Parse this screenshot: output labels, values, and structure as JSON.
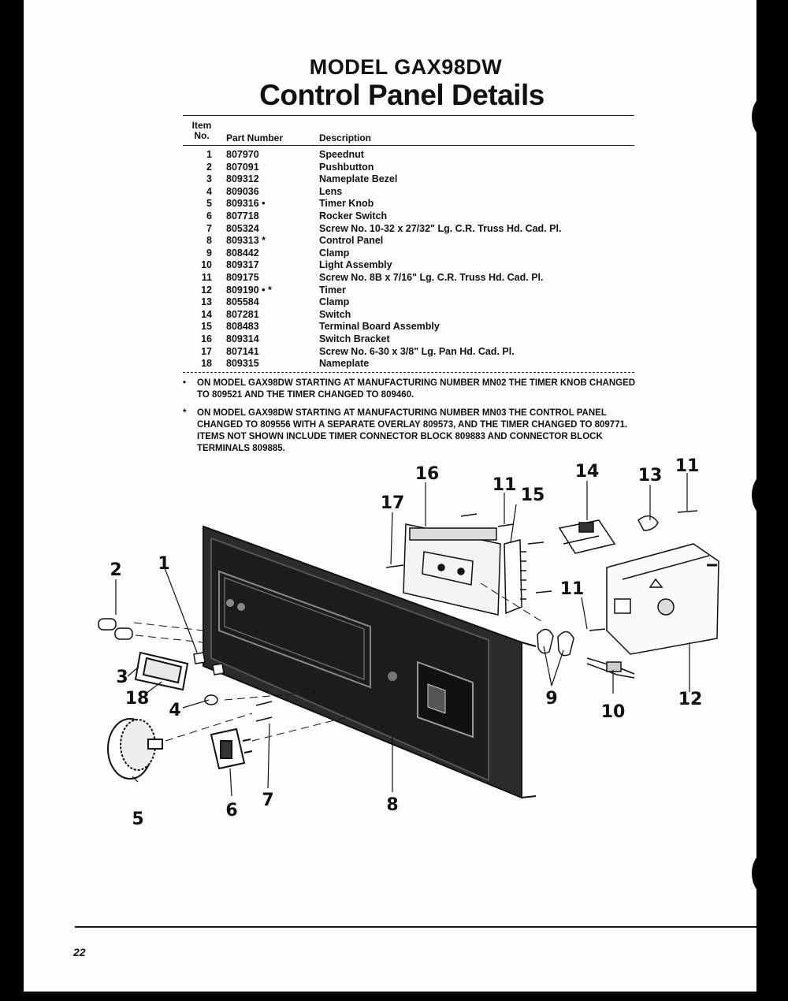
{
  "header": {
    "model_line": "MODEL GAX98DW",
    "title": "Control Panel Details"
  },
  "table": {
    "col_item_line1": "Item",
    "col_item_line2": "No.",
    "col_part": "Part Number",
    "col_desc": "Description",
    "rows": [
      {
        "no": "1",
        "part": "807970",
        "desc": "Speednut"
      },
      {
        "no": "2",
        "part": "807091",
        "desc": "Pushbutton"
      },
      {
        "no": "3",
        "part": "809312",
        "desc": "Nameplate Bezel"
      },
      {
        "no": "4",
        "part": "809036",
        "desc": "Lens"
      },
      {
        "no": "5",
        "part": "809316 •",
        "desc": "Timer Knob"
      },
      {
        "no": "6",
        "part": "807718",
        "desc": "Rocker Switch"
      },
      {
        "no": "7",
        "part": "805324",
        "desc": "Screw No. 10-32 x 27/32\" Lg. C.R. Truss Hd. Cad. Pl."
      },
      {
        "no": "8",
        "part": "809313 *",
        "desc": "Control Panel"
      },
      {
        "no": "9",
        "part": "808442",
        "desc": "Clamp"
      },
      {
        "no": "10",
        "part": "809317",
        "desc": "Light Assembly"
      },
      {
        "no": "11",
        "part": "809175",
        "desc": "Screw No. 8B x 7/16\" Lg. C.R. Truss Hd. Cad. Pl."
      },
      {
        "no": "12",
        "part": "809190 • *",
        "desc": "Timer"
      },
      {
        "no": "13",
        "part": "805584",
        "desc": "Clamp"
      },
      {
        "no": "14",
        "part": "807281",
        "desc": "Switch"
      },
      {
        "no": "15",
        "part": "808483",
        "desc": "Terminal Board Assembly"
      },
      {
        "no": "16",
        "part": "809314",
        "desc": "Switch Bracket"
      },
      {
        "no": "17",
        "part": "807141",
        "desc": "Screw No. 6-30 x 3/8\" Lg. Pan Hd. Cad. Pl."
      },
      {
        "no": "18",
        "part": "809315",
        "desc": "Nameplate"
      }
    ]
  },
  "notes": [
    {
      "mark": "•",
      "text": "ON MODEL GAX98DW STARTING AT MANUFACTURING NUMBER MN02 THE TIMER KNOB CHANGED TO 809521 AND THE TIMER CHANGED TO 809460."
    },
    {
      "mark": "*",
      "text": "ON MODEL GAX98DW STARTING AT MANUFACTURING NUMBER MN03 THE CONTROL PANEL CHANGED TO 809556 WITH A SEPARATE OVERLAY 809573, AND THE TIMER CHANGED TO 809771. ITEMS NOT SHOWN INCLUDE TIMER CONNECTOR BLOCK 809883 AND CONNECTOR BLOCK TERMINALS 809885."
    }
  ],
  "callouts": {
    "c1": "1",
    "c2": "2",
    "c3": "3",
    "c4": "4",
    "c5": "5",
    "c6": "6",
    "c7": "7",
    "c8": "8",
    "c9": "9",
    "c10": "10",
    "c11a": "11",
    "c11b": "11",
    "c11c": "11",
    "c12": "12",
    "c13": "13",
    "c14": "14",
    "c15": "15",
    "c16": "16",
    "c17": "17",
    "c18": "18"
  },
  "footer": {
    "page_number": "22"
  }
}
